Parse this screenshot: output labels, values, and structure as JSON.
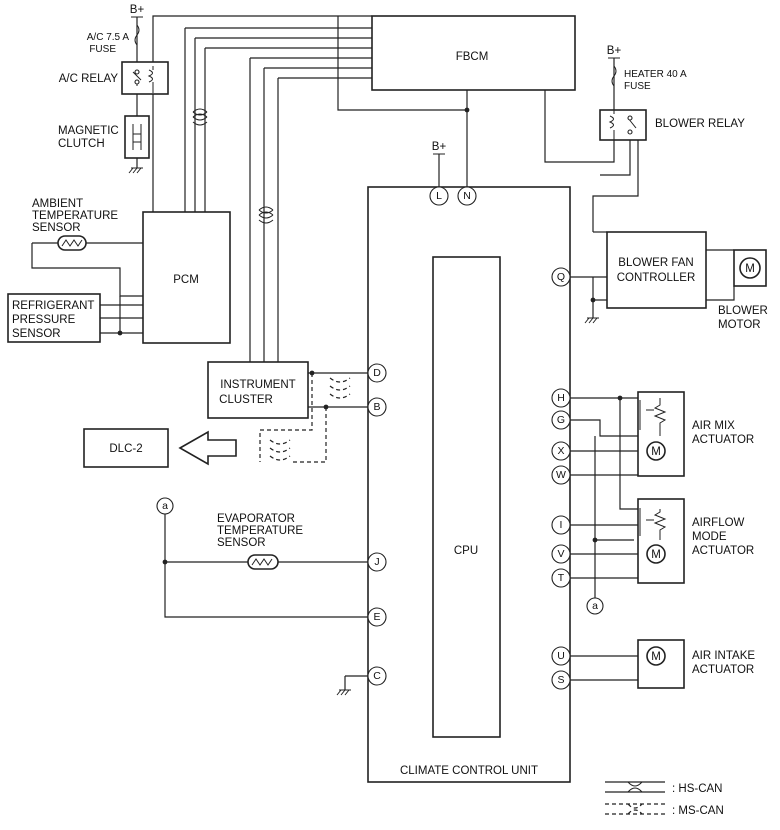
{
  "labels": {
    "bplus": "B+",
    "ac_fuse_1": "A/C 7.5 A",
    "ac_fuse_2": "FUSE",
    "ac_relay": "A/C RELAY",
    "magnetic_clutch_1": "MAGNETIC",
    "magnetic_clutch_2": "CLUTCH",
    "fbcm": "FBCM",
    "heater_fuse_1": "HEATER 40 A",
    "heater_fuse_2": "FUSE",
    "blower_relay": "BLOWER RELAY",
    "ambient_1": "AMBIENT",
    "ambient_2": "TEMPERATURE",
    "ambient_3": "SENSOR",
    "pcm": "PCM",
    "refrigerant_1": "REFRIGERANT",
    "refrigerant_2": "PRESSURE",
    "refrigerant_3": "SENSOR",
    "blower_fan_1": "BLOWER FAN",
    "blower_fan_2": "CONTROLLER",
    "blower_motor_1": "BLOWER",
    "blower_motor_2": "MOTOR",
    "instrument_1": "INSTRUMENT",
    "instrument_2": "CLUSTER",
    "dlc": "DLC-2",
    "air_mix_1": "AIR MIX",
    "air_mix_2": "ACTUATOR",
    "airflow_1": "AIRFLOW",
    "airflow_2": "MODE",
    "airflow_3": "ACTUATOR",
    "evap_1": "EVAPORATOR",
    "evap_2": "TEMPERATURE",
    "evap_3": "SENSOR",
    "cpu": "CPU",
    "air_intake_1": "AIR INTAKE",
    "air_intake_2": "ACTUATOR",
    "ccu": "CLIMATE CONTROL UNIT",
    "hs_can": ": HS-CAN",
    "ms_can": ": MS-CAN",
    "ref_a": "a",
    "motor": "M"
  },
  "pins": {
    "L": "L",
    "N": "N",
    "Q": "Q",
    "D": "D",
    "B": "B",
    "H": "H",
    "G": "G",
    "X": "X",
    "W": "W",
    "I": "I",
    "V": "V",
    "T": "T",
    "J": "J",
    "E": "E",
    "U": "U",
    "S": "S",
    "C": "C"
  }
}
